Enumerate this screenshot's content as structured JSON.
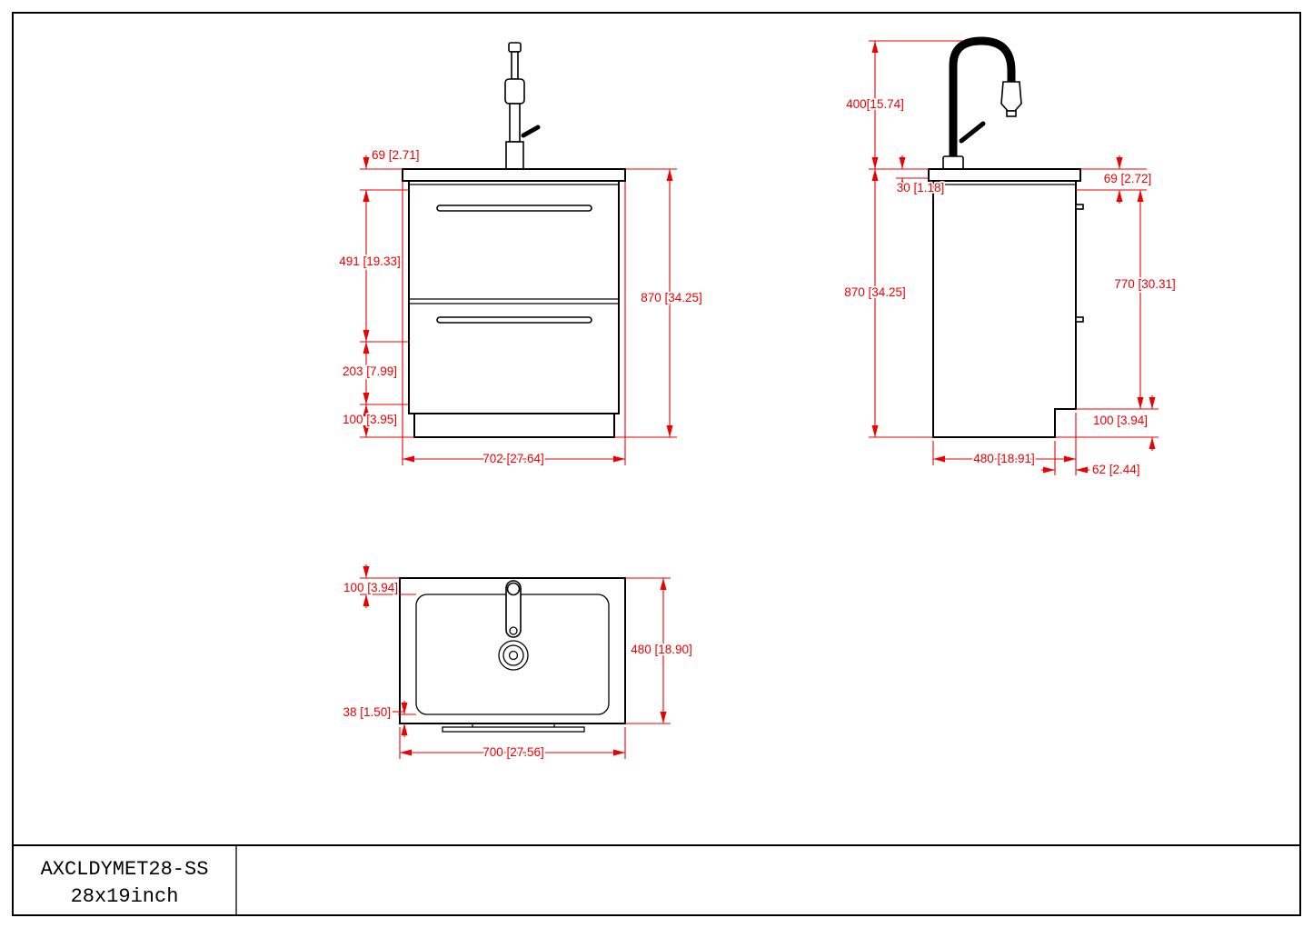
{
  "colors": {
    "dimension": "#ee0000",
    "line": "#000000",
    "background": "#ffffff"
  },
  "title_block": {
    "model": "AXCLDYMET28-SS",
    "size": "28x19inch"
  },
  "views": {
    "front": {
      "dims": {
        "counter_thickness": "69 [2.71]",
        "top_drawer_height": "491 [19.33]",
        "bottom_drawer_height": "203 [7.99]",
        "toe_kick_height": "100 [3.95]",
        "overall_height": "870 [34.25]",
        "overall_width": "702 [27.64]"
      }
    },
    "side": {
      "dims": {
        "faucet_height": "400[15.74]",
        "counter_overhang": "30 [1.18]",
        "counter_thickness": "69 [2.72]",
        "overall_height": "870 [34.25]",
        "body_height": "770 [30.31]",
        "toe_kick_height": "100 [3.94]",
        "overall_depth": "480 [18.91]",
        "toe_kick_inset": "62 [2.44]"
      }
    },
    "top": {
      "dims": {
        "back_offset": "100 [3.94]",
        "overall_depth": "480 [18.90]",
        "front_offset": "38 [1.50]",
        "overall_width": "700 [27.56]"
      }
    }
  }
}
